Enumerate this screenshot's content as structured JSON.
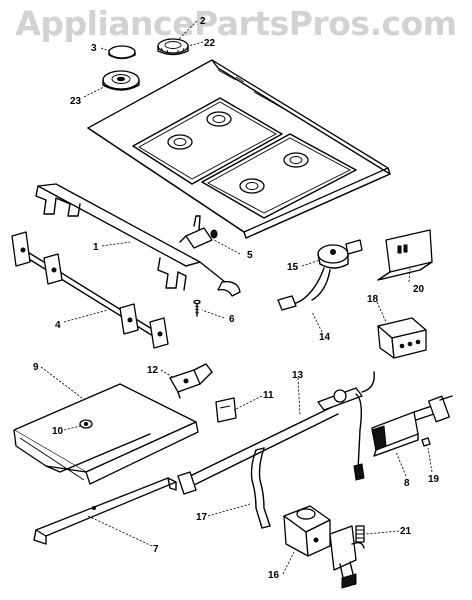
{
  "watermark": "AppliancePartsPros.com",
  "diagram": {
    "callouts": {
      "n1": "1",
      "n2": "2",
      "n3": "3",
      "n4": "4",
      "n5": "5",
      "n6": "6",
      "n7": "7",
      "n8": "8",
      "n9": "9",
      "n10": "10",
      "n11": "11",
      "n12": "12",
      "n13": "13",
      "n14": "14",
      "n15": "15",
      "n16": "16",
      "n17": "17",
      "n18": "18",
      "n19": "19",
      "n20": "20",
      "n21": "21",
      "n22": "22",
      "n23": "23"
    }
  }
}
